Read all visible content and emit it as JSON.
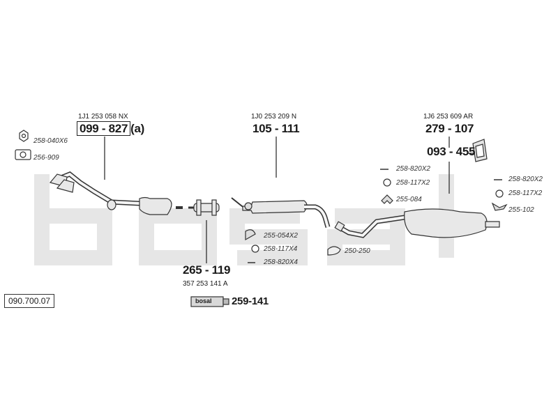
{
  "diagram_number": "090.700.07",
  "watermark": "bosal",
  "groups": {
    "front": {
      "oe": "1J1 253 058 NX",
      "part": "099 - 827",
      "suffix": "(a)"
    },
    "middle": {
      "oe": "1J0 253 209 N",
      "part": "105 - 111"
    },
    "rear": {
      "oe": "1J6 253 609 AR",
      "part": "279 - 107",
      "part2": "093 - 455"
    },
    "clamp": {
      "part": "265 - 119",
      "oe": "357 253 141 A"
    },
    "paste": {
      "part": "259-141",
      "label": "bosal"
    }
  },
  "accessories": {
    "nut_258_040": "258-040X6",
    "gasket_256_909": "256-909",
    "clamp_255_054": "255-054X2",
    "ring_258_117_mid": "258-117X4",
    "bolt_258_820_mid": "258-820X4",
    "clamp_250_250": "250-250",
    "bolt_258_820_rear": "258-820X2",
    "ring_258_117_rear": "258-117X2",
    "hanger_255_084": "255-084",
    "bolt_258_820_tail": "258-820X2",
    "ring_258_117_tail": "258-117X2",
    "hanger_255_102": "255-102"
  }
}
